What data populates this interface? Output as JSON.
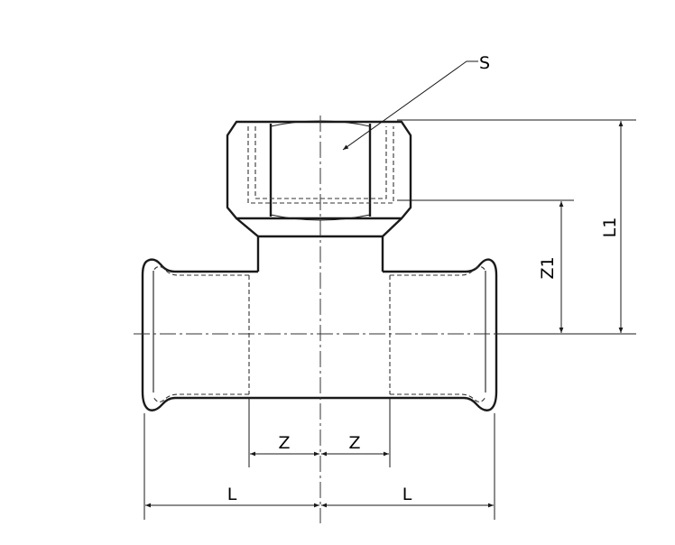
{
  "labels": {
    "s": "S",
    "l1": "L1",
    "z1": "Z1",
    "z_left": "Z",
    "z_right": "Z",
    "l_left": "L",
    "l_right": "L"
  }
}
